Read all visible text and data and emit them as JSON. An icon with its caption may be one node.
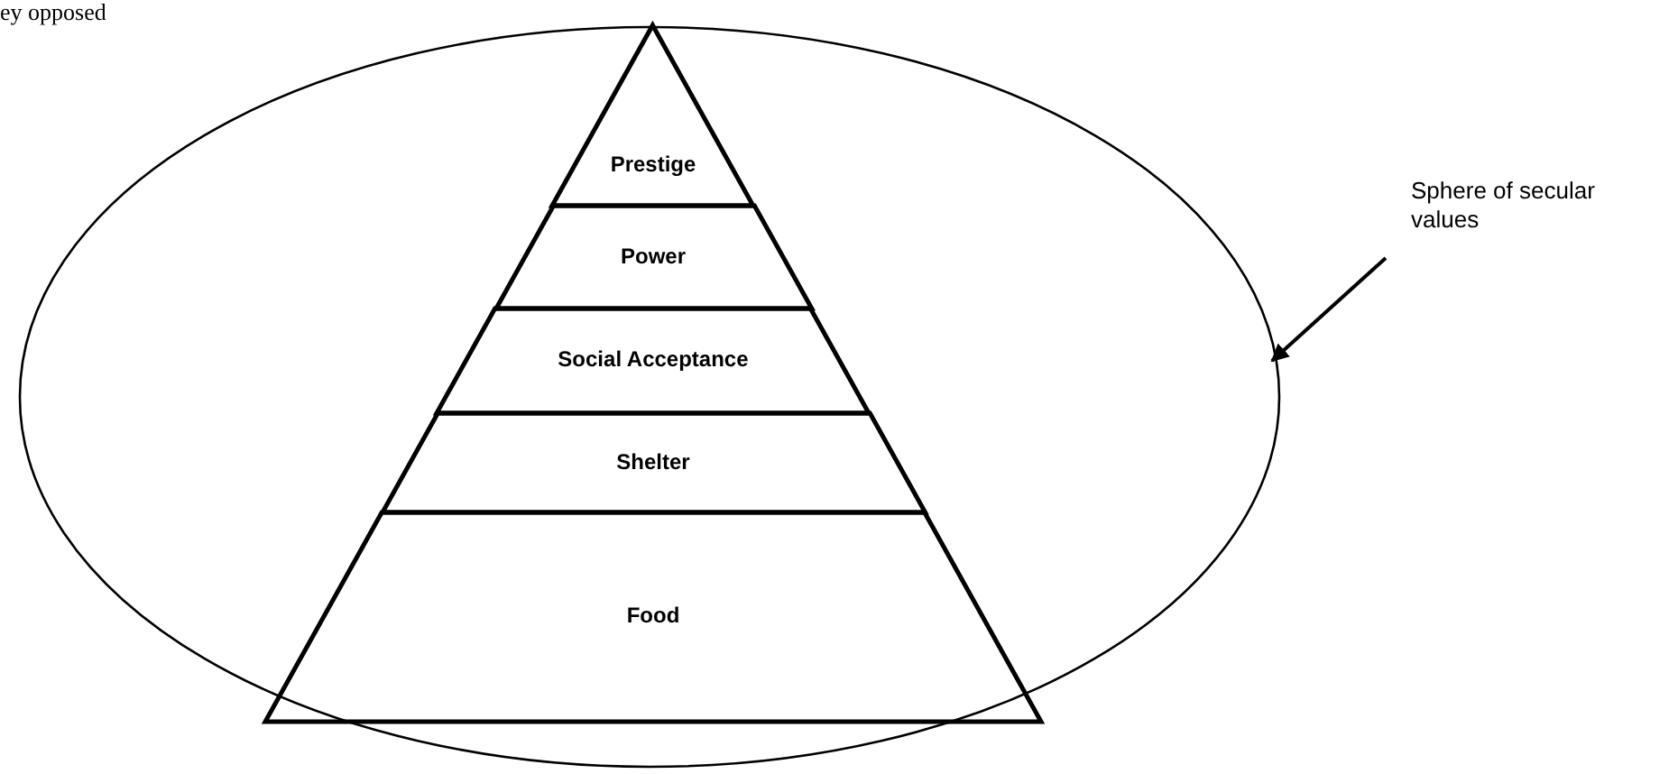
{
  "diagram": {
    "nodes": [
      {
        "text": [],
        "shape": "ellipse"
      },
      {
        "text": [
          "Prestige"
        ],
        "in": 0
      },
      {
        "text": [
          "Power"
        ],
        "in": 0
      },
      {
        "text": [
          "Social Acceptance"
        ],
        "in": 0
      },
      {
        "text": [
          "Shelter"
        ],
        "in": 0
      },
      {
        "text": [
          "Food"
        ],
        "in": 0
      },
      {
        "text": [
          "Sphere of secular values"
        ]
      }
    ],
    "edges": [
      {
        "from": 6,
        "to": 0,
        "arrow": "to"
      }
    ],
    "labels": [
      "ey opposed"
    ]
  }
}
